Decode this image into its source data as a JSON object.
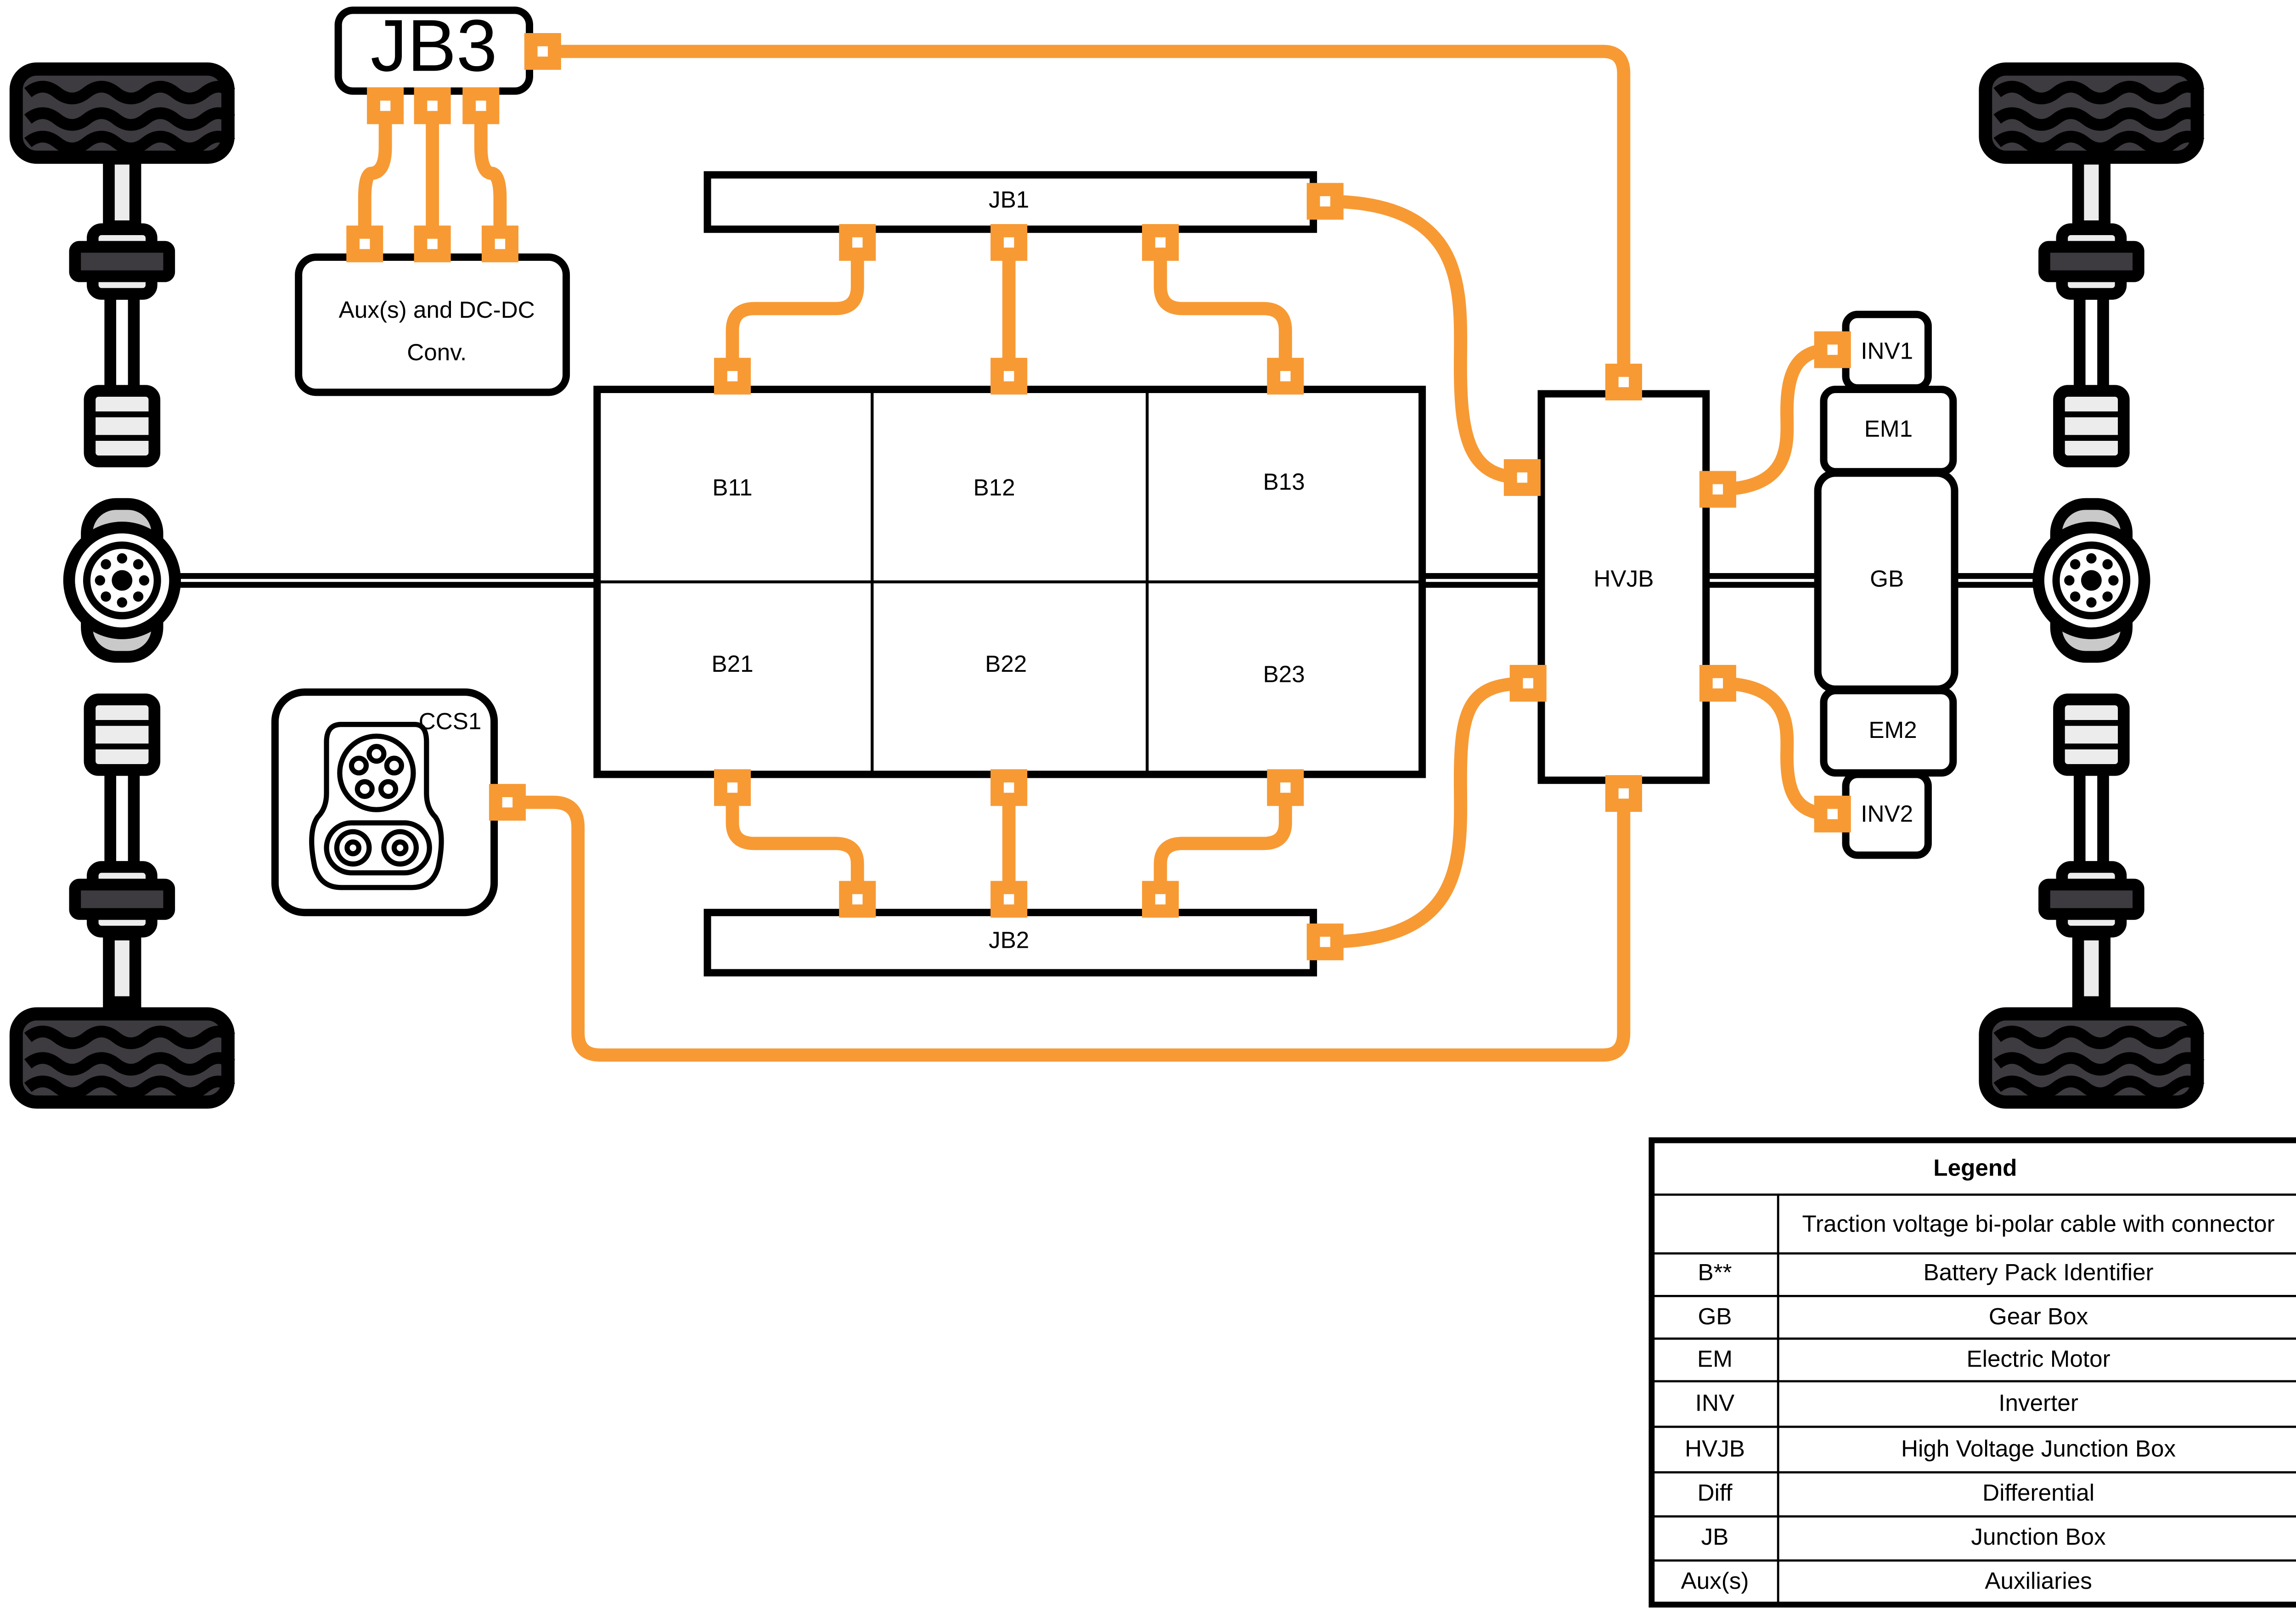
{
  "diagram": {
    "components": {
      "jb1": "JB1",
      "jb2": "JB2",
      "jb3": "JB3",
      "aux_line1": "Aux(s) and DC-DC",
      "aux_line2": "Conv.",
      "ccs1": "CCS1",
      "hvjb": "HVJB",
      "inv1": "INV1",
      "inv2": "INV2",
      "em1": "EM1",
      "em2": "EM2",
      "gb": "GB",
      "battery_packs": [
        "B11",
        "B12",
        "B13",
        "B21",
        "B22",
        "B23"
      ]
    },
    "cable_color": "#f79a34",
    "icons": [
      "wheel-axle-icon",
      "differential-icon",
      "ccs-charger-socket-icon"
    ]
  },
  "legend": {
    "title": "Legend",
    "rows": [
      {
        "abbr": "",
        "meaning": "Traction voltage bi-polar cable with connector"
      },
      {
        "abbr": "B**",
        "meaning": "Battery Pack Identifier"
      },
      {
        "abbr": "GB",
        "meaning": "Gear Box"
      },
      {
        "abbr": "EM",
        "meaning": "Electric Motor"
      },
      {
        "abbr": "INV",
        "meaning": "Inverter"
      },
      {
        "abbr": "HVJB",
        "meaning": "High Voltage Junction Box"
      },
      {
        "abbr": "Diff",
        "meaning": "Differential"
      },
      {
        "abbr": "JB",
        "meaning": "Junction Box"
      },
      {
        "abbr": "Aux(s)",
        "meaning": "Auxiliaries"
      }
    ]
  }
}
